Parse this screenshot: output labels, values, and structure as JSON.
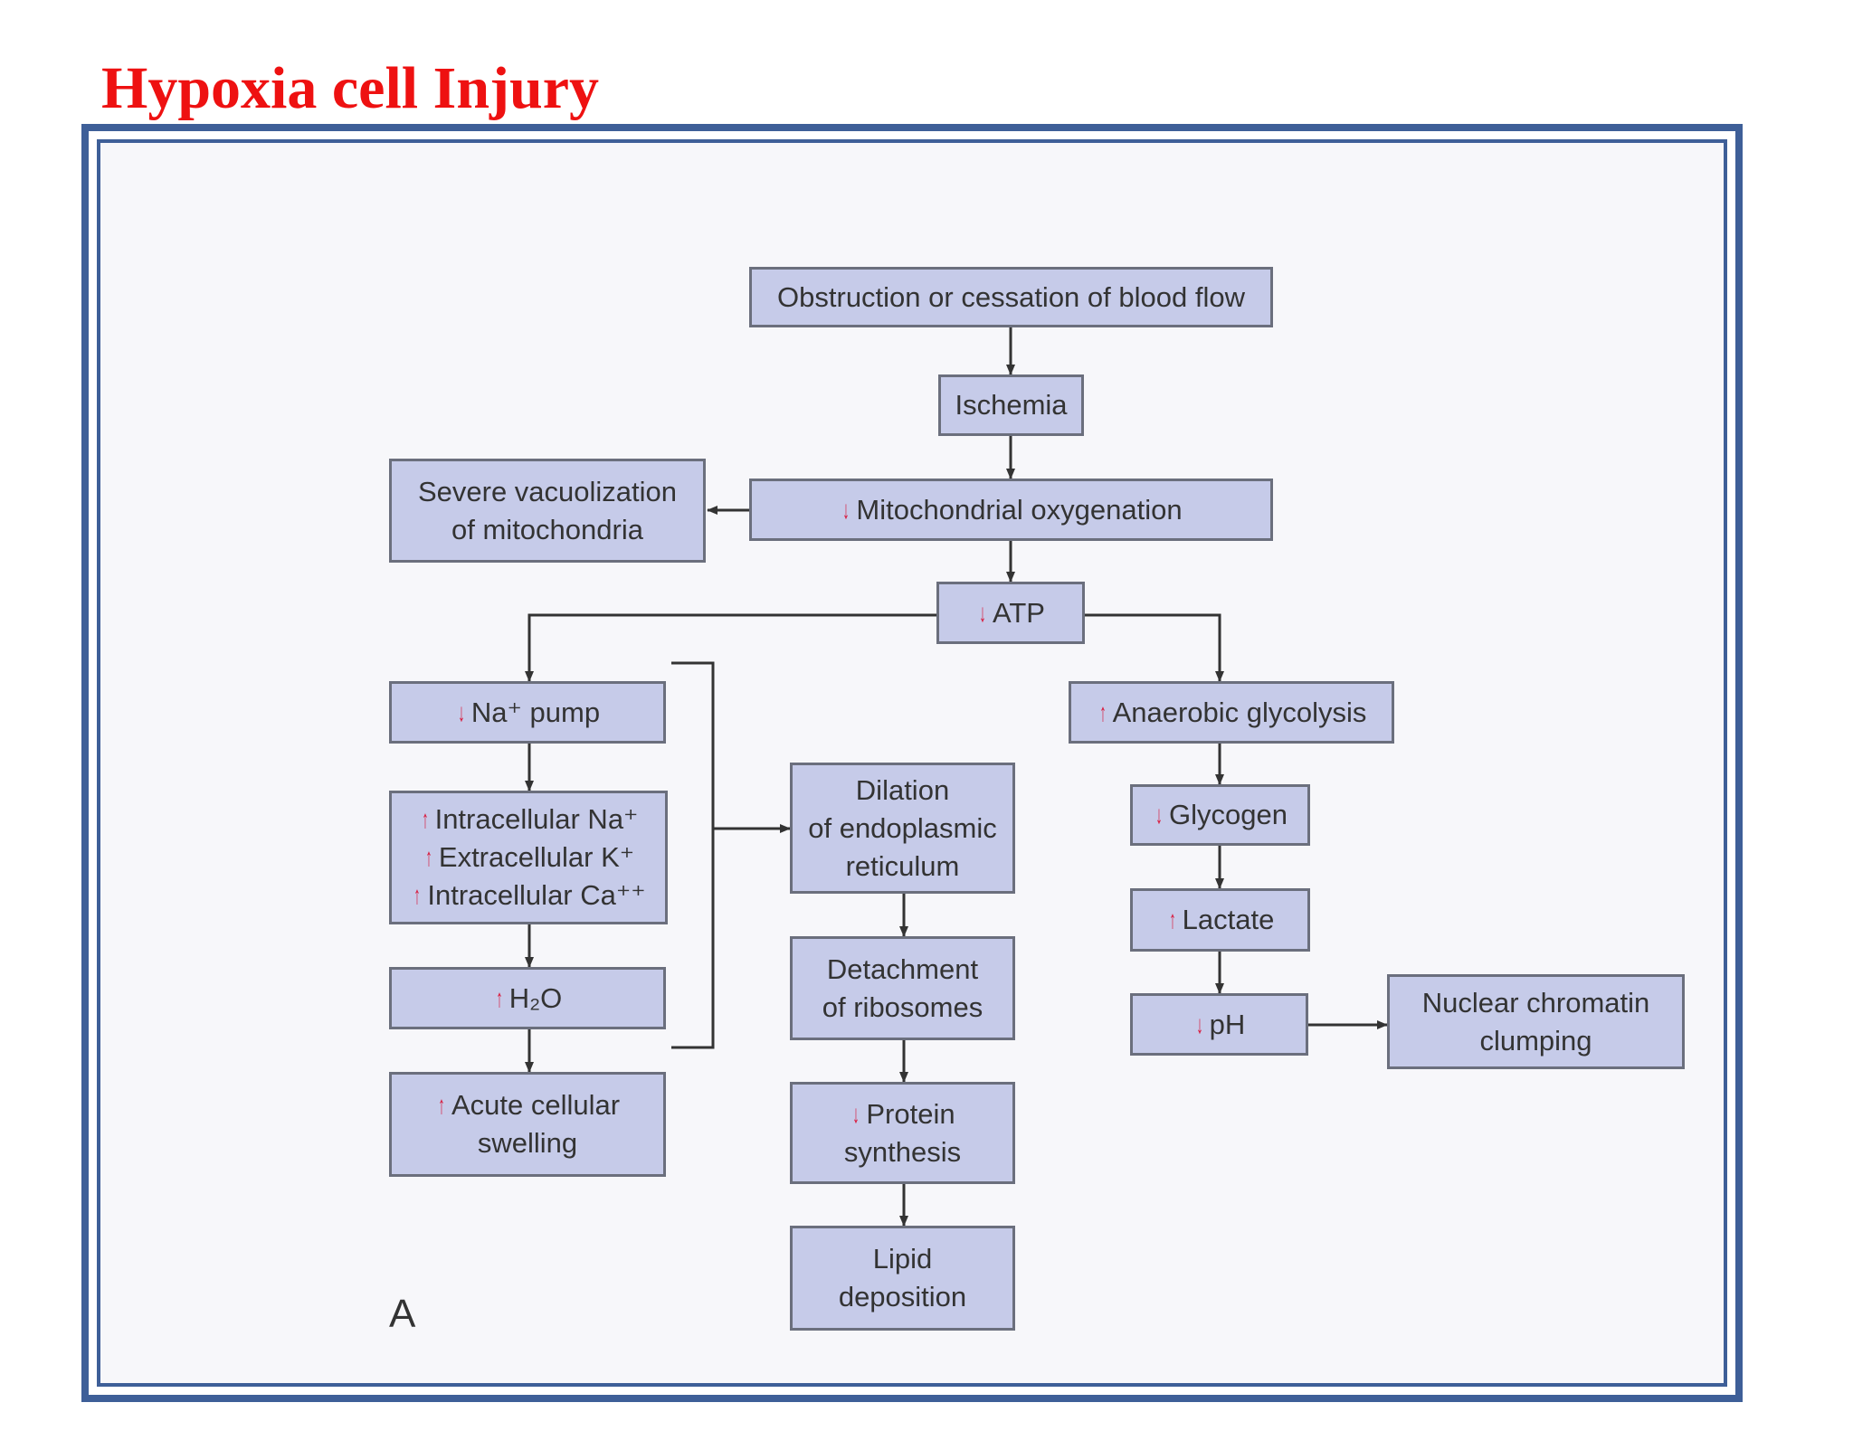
{
  "title": "Hypoxia cell Injury",
  "panel_label": "A",
  "nodes": {
    "obstruction": "Obstruction or cessation of blood flow",
    "ischemia": "Ischemia",
    "vacuolization": "Severe vacuolization\nof mitochondria",
    "mito_oxygenation": "Mitochondrial oxygenation",
    "atp": "ATP",
    "na_pump": "Na⁺ pump",
    "ions": [
      "Intracellular Na⁺",
      "Extracellular K⁺",
      "Intracellular Ca⁺⁺"
    ],
    "h2o": "H₂O",
    "swelling": "Acute cellular\nswelling",
    "dilation": "Dilation\nof endoplasmic\nreticulum",
    "detachment": "Detachment\nof ribosomes",
    "protein": "Protein\nsynthesis",
    "lipid": "Lipid\ndeposition",
    "glycolysis": "Anaerobic glycolysis",
    "glycogen": "Glycogen",
    "lactate": "Lactate",
    "ph": "pH",
    "chromatin": "Nuclear chromatin\nclumping"
  },
  "colors": {
    "title": "#ee1111",
    "frame": "#3e5f98",
    "box_fill": "#c6cbe9",
    "arrow_increase_decrease": "#d9183b"
  }
}
